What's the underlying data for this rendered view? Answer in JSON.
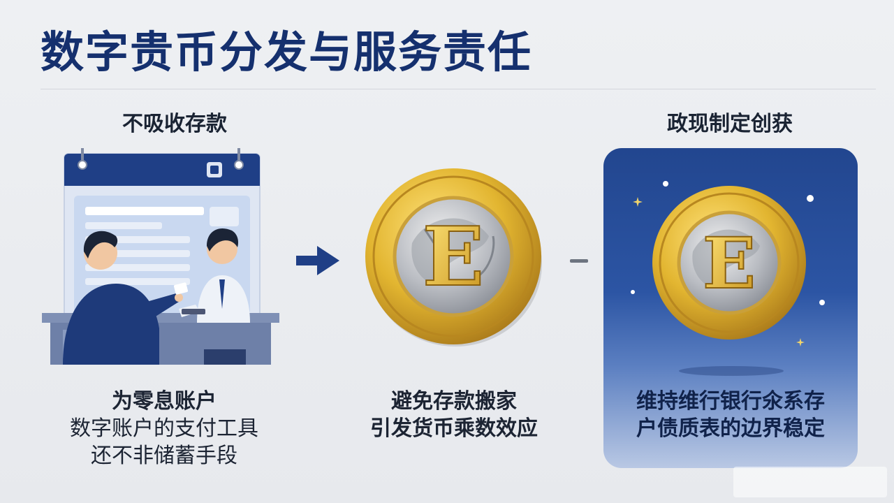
{
  "title": "数字贵币分发与服务责任",
  "left": {
    "label": "不吸收存款",
    "caption": [
      "为零息账户",
      "数字账户的支付工具",
      "还不非储蓄手段"
    ]
  },
  "center": {
    "coin_letter": "E",
    "caption": [
      "避免存款搬家",
      "引发货币乘数效应"
    ]
  },
  "right": {
    "label": "政现制定创获",
    "coin_letter": "E",
    "caption": [
      "维持维行银行氽系存",
      "户债质表的边界稳定"
    ]
  },
  "colors": {
    "title": "#15306e",
    "navy": "#1f3f86",
    "gold": "#e2b530",
    "panel_top": "#22468f",
    "panel_bottom": "#b9c8e4"
  },
  "icons": [
    "arrow-right-icon",
    "dash-icon",
    "coin-icon",
    "bank-counter-illustration",
    "sparkle-icon"
  ]
}
